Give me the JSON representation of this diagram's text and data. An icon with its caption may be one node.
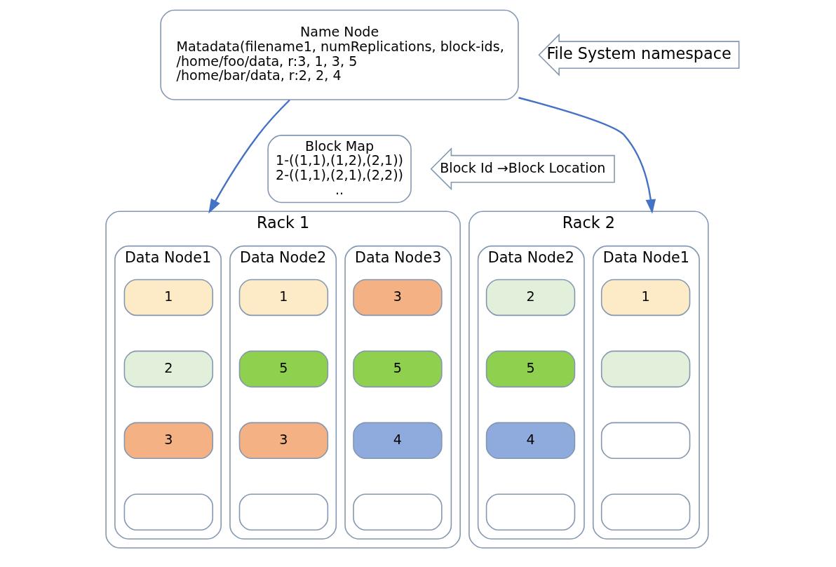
{
  "diagram": {
    "nodes": [
      {
        "text": [
          "Name Node",
          "Matadata(filename1, numReplications, block-ids,",
          "/home/foo/data, r:3, 1, 3, 5",
          "/home/bar/data, r:2, 2, 4"
        ]
      },
      {
        "text": [
          "Block Map",
          "1-((1,1),(1,2),(2,1))",
          "2-((1,1),(2,1),(2,2))",
          ".."
        ]
      },
      {
        "text": [
          "File System namespace"
        ]
      },
      {
        "text": [
          "Block Id →Block Location"
        ]
      },
      {
        "text": [
          "Rack 1"
        ]
      },
      {
        "text": [
          "Data Node1"
        ],
        "in": 4
      },
      {
        "text": [
          "1"
        ],
        "in": 5
      },
      {
        "text": [
          "2"
        ],
        "in": 5
      },
      {
        "text": [
          "3"
        ],
        "in": 5
      },
      {
        "text": [],
        "shape": "box",
        "in": 5
      },
      {
        "text": [
          "Data Node2"
        ],
        "in": 4
      },
      {
        "text": [
          "1"
        ],
        "in": 10
      },
      {
        "text": [
          "5"
        ],
        "in": 10
      },
      {
        "text": [
          "3"
        ],
        "in": 10
      },
      {
        "text": [],
        "shape": "box",
        "in": 10
      },
      {
        "text": [
          "Data Node3"
        ],
        "in": 4
      },
      {
        "text": [
          "3"
        ],
        "in": 15
      },
      {
        "text": [
          "5"
        ],
        "in": 15
      },
      {
        "text": [
          "4"
        ],
        "in": 15
      },
      {
        "text": [],
        "shape": "box",
        "in": 15
      },
      {
        "text": [
          "Rack 2"
        ]
      },
      {
        "text": [
          "Data Node1"
        ],
        "in": 20
      },
      {
        "text": [
          "1"
        ],
        "in": 21
      },
      {
        "text": [],
        "shape": "box",
        "in": 21
      },
      {
        "text": [],
        "shape": "box",
        "in": 21
      },
      {
        "text": [],
        "shape": "box",
        "in": 21
      },
      {
        "text": [
          "Data Node2"
        ],
        "in": 20
      },
      {
        "text": [
          "2"
        ],
        "in": 26
      },
      {
        "text": [
          "5"
        ],
        "in": 26
      },
      {
        "text": [
          "4"
        ],
        "in": 26
      },
      {
        "text": [],
        "shape": "box",
        "in": 26
      }
    ],
    "edges": [
      {
        "from": 0,
        "to": 4,
        "arrow": "to"
      },
      {
        "from": 0,
        "to": 20,
        "arrow": "to"
      }
    ]
  }
}
